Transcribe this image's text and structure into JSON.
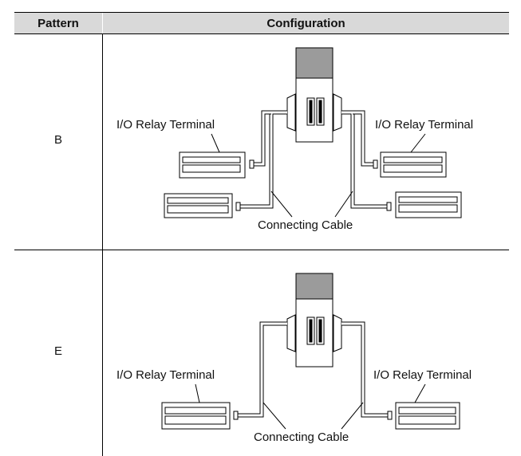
{
  "table": {
    "header": {
      "pattern": "Pattern",
      "configuration": "Configuration"
    },
    "rows": [
      {
        "pattern": "B",
        "labels": {
          "left_terminal": "I/O Relay Terminal",
          "right_terminal": "I/O Relay Terminal",
          "cable": "Connecting Cable"
        }
      },
      {
        "pattern": "E",
        "labels": {
          "left_terminal": "I/O Relay Terminal",
          "right_terminal": "I/O Relay Terminal",
          "cable": "Connecting Cable"
        }
      }
    ]
  }
}
